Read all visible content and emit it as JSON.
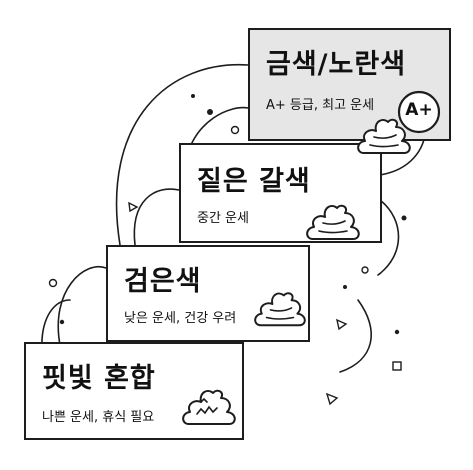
{
  "levels": [
    {
      "title": "금색/노란색",
      "subtitle": "A+ 등급, 최고 운세",
      "badge": "A+"
    },
    {
      "title": "짙은 갈색",
      "subtitle": "중간 운세"
    },
    {
      "title": "검은색",
      "subtitle": "낮은 운세, 건강 우려"
    },
    {
      "title": "핏빛 혼합",
      "subtitle": "나쁜 운세, 휴식 필요"
    }
  ],
  "colors": {
    "line": "#1d1d1d",
    "highlight": "#e6e6e6",
    "background": "#ffffff"
  },
  "icons": [
    "poop-icon",
    "a-plus-badge-icon"
  ]
}
